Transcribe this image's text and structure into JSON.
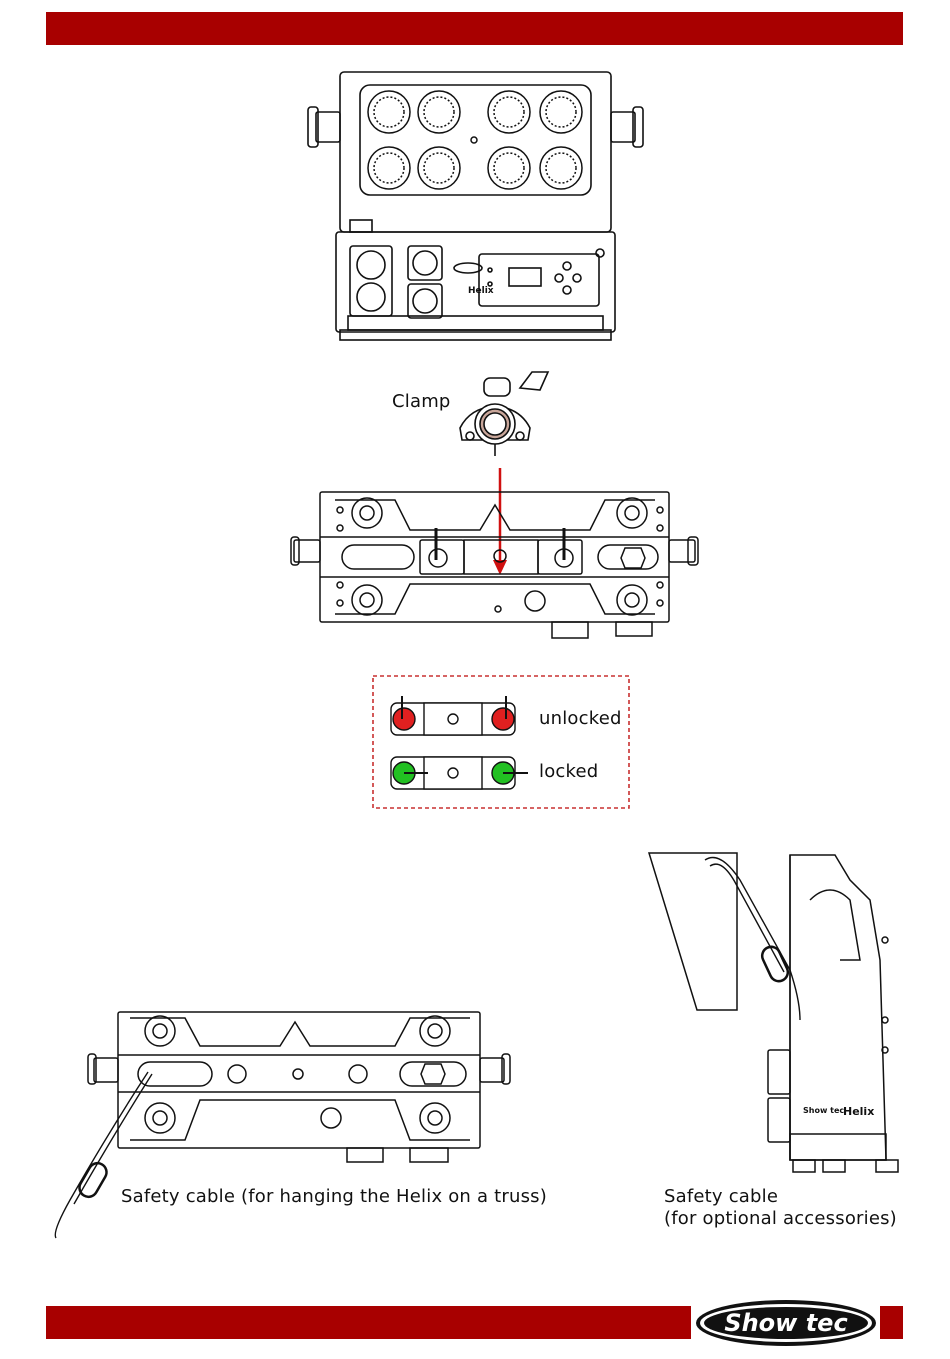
{
  "brand": {
    "accent": "#a80000",
    "logo_text": "Show tec"
  },
  "fixture": {
    "logo_text": "Helix"
  },
  "labels": {
    "clamp": "Clamp",
    "unlocked": "unlocked",
    "locked": "locked",
    "safety_cable_truss": "Safety cable (for hanging the Helix on a truss)",
    "safety_cable_line1": "Safety cable",
    "safety_cable_line2": "(for optional accessories)"
  },
  "status_colors": {
    "unlocked": "#e02020",
    "locked": "#22c022"
  }
}
